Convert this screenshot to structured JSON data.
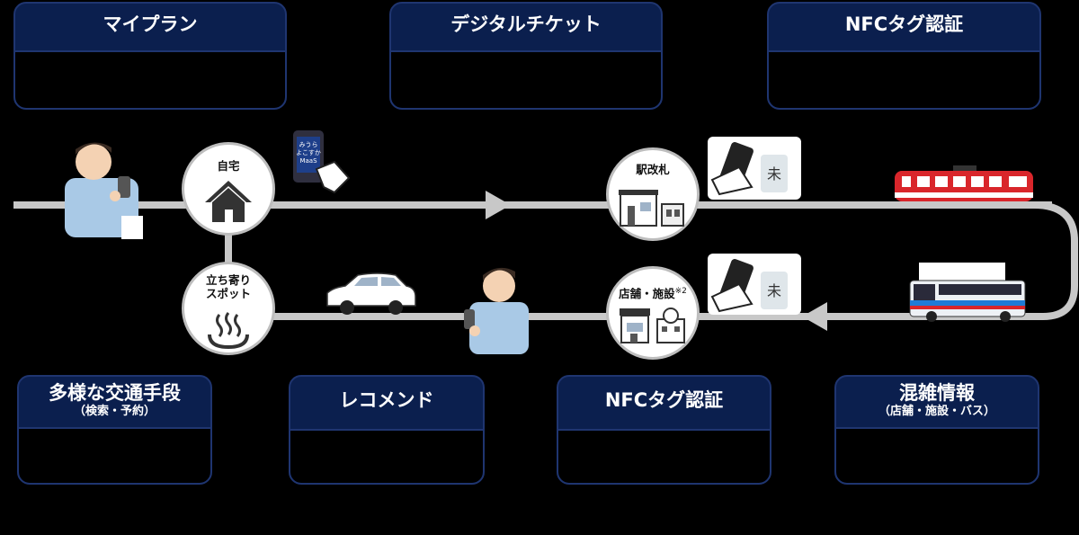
{
  "cards": {
    "my_plan": {
      "title": "マイプラン"
    },
    "digital_ticket": {
      "title": "デジタルチケット"
    },
    "nfc_top": {
      "title": "NFCタグ認証"
    },
    "transport": {
      "title": "多様な交通手段",
      "subtitle": "（検索・予約）"
    },
    "recommend": {
      "title": "レコメンド"
    },
    "nfc_bottom": {
      "title": "NFCタグ認証"
    },
    "congestion": {
      "title": "混雑情報",
      "subtitle": "（店舗・施設・バス）"
    }
  },
  "stops": {
    "home": {
      "label": "自宅",
      "icon": "house-icon"
    },
    "station": {
      "label": "駅改札",
      "icon": "station-icon"
    },
    "spot": {
      "label_line1": "立ち寄り",
      "label_line2": "スポット",
      "icon": "hot-spring-icon"
    },
    "shop": {
      "label": "店舗・施設",
      "note": "※2",
      "icon": "shop-icon"
    }
  },
  "phone_screen": {
    "line1": "みうら",
    "line2": "よこすか",
    "line3": "MaaS"
  },
  "nfc_tag_glyph": "未",
  "colors": {
    "card_header": "#0b1f4e",
    "route_line": "#c8c8c8",
    "train": "#d9262b",
    "bus_stripe": "#1f7bd6"
  }
}
